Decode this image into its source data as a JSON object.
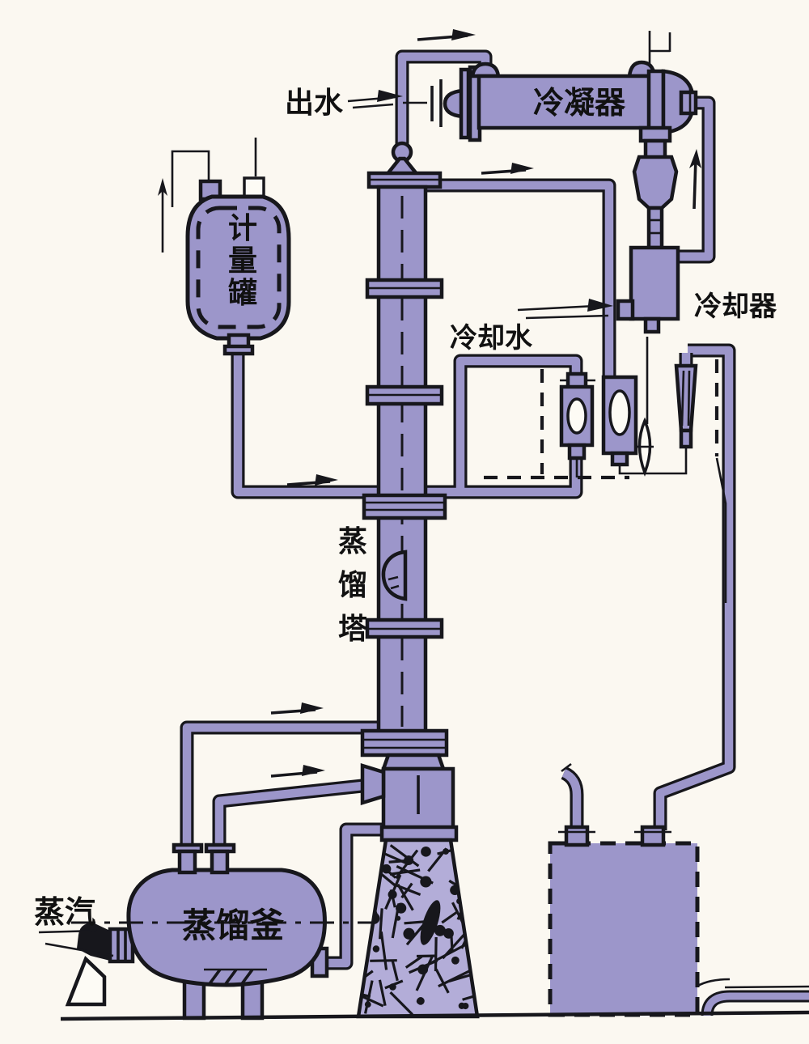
{
  "labels": {
    "water_outlet": "出水",
    "condenser": "冷凝器",
    "cooler": "冷却器",
    "cooling_water": "冷却水",
    "steam": "蒸汽",
    "still_kettle": "蒸馏釜",
    "measuring_tank": {
      "c0": "计",
      "c1": "量",
      "c2": "罐"
    },
    "column": {
      "c0": "蒸",
      "c1": "馏",
      "c2": "塔"
    }
  },
  "colors": {
    "equipment_fill": "#9c96ca",
    "equipment_light": "#b3add8",
    "outline": "#17171c",
    "background": "#fbf8f1",
    "paper": "#fdfbf5"
  }
}
